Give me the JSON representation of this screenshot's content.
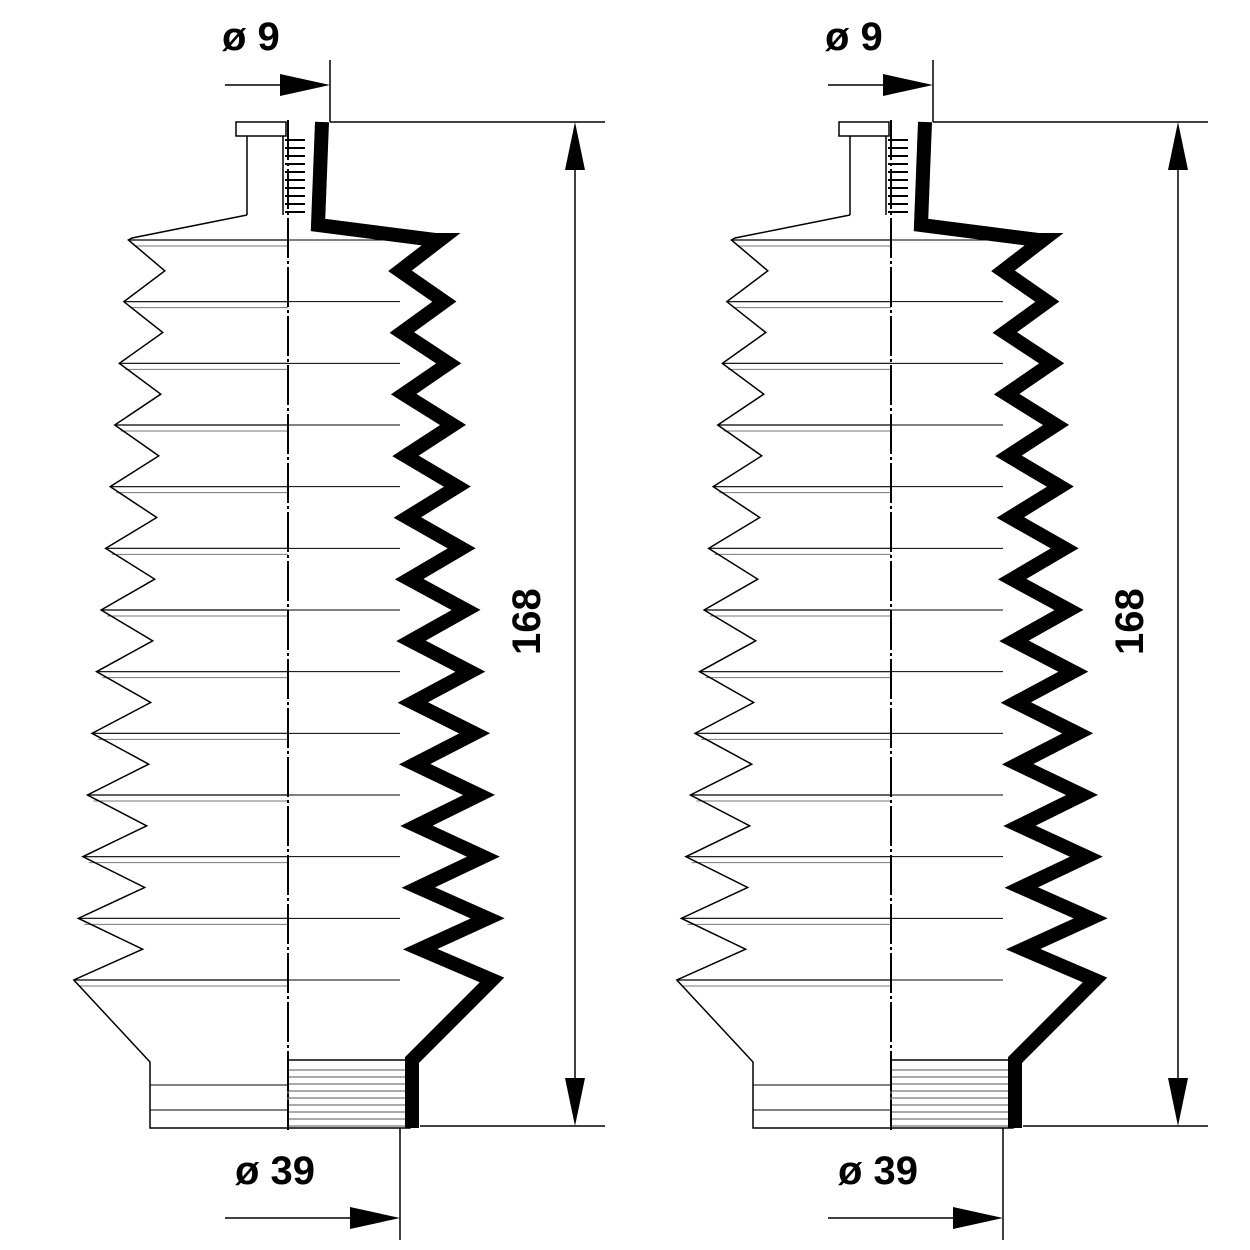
{
  "drawings": [
    {
      "top_diameter_label": "ø 9",
      "length_label": "168",
      "bottom_diameter_label": "ø 39"
    },
    {
      "top_diameter_label": "ø 9",
      "length_label": "168",
      "bottom_diameter_label": "ø 39"
    }
  ],
  "colors": {
    "line": "#000000",
    "background": "#ffffff"
  }
}
